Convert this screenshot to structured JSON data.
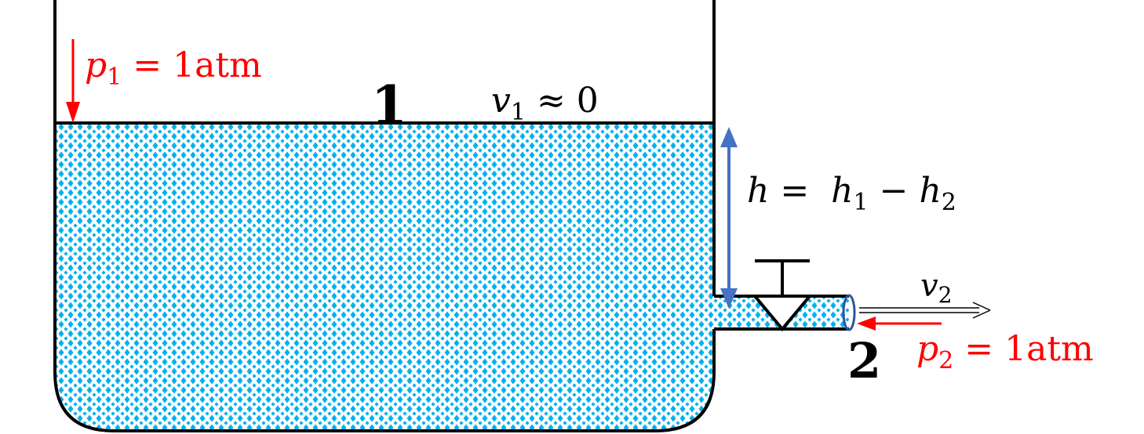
{
  "labels": {
    "p1": {
      "sym": "p",
      "sub": "1",
      "rest": " = 1atm"
    },
    "v1": {
      "sym": "v",
      "sub": "1",
      "rest": " ≈ 0"
    },
    "h": {
      "lhs": "h",
      "eq": " =  ",
      "h1": "h",
      "h1sub": "1",
      "minus": " − ",
      "h2": "h",
      "h2sub": "2"
    },
    "v2": {
      "sym": "v",
      "sub": "2"
    },
    "p2": {
      "sym": "p",
      "sub": "2",
      "rest": " = 1atm"
    },
    "point1": "1",
    "point2": "2"
  },
  "colors": {
    "pressure": "#ff0000",
    "height_arrow": "#4472c4",
    "water_dot": "#00b0f0",
    "outline": "#000000"
  }
}
